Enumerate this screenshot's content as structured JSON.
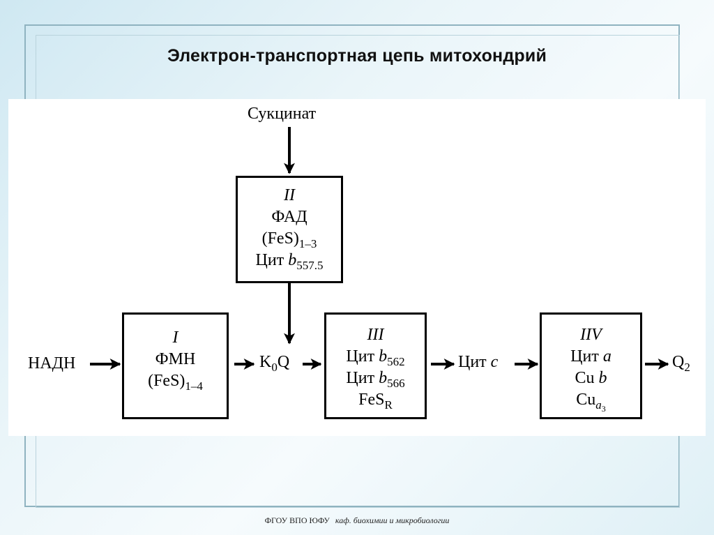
{
  "slide": {
    "title": "Электрон-транспортная цепь митохондрий",
    "footer_org": "ФГОУ ВПО ЮФУ",
    "footer_dept": "каф. биохимии и микробиологии"
  },
  "diagram": {
    "inputs": {
      "succinate": "Сукцинат",
      "nadh": "НАДН"
    },
    "intermediates": {
      "coq": {
        "base": "K",
        "sub": "0",
        "tail": "Q"
      },
      "cyt_c": {
        "base": "Цит",
        "italic": "c"
      },
      "product": {
        "base": "Q",
        "sub": "2"
      }
    },
    "complex_I": {
      "roman": "I",
      "line1": "ФМН",
      "line2": {
        "base": "(FeS)",
        "sub": "1–4"
      }
    },
    "complex_II": {
      "roman": "II",
      "line1": "ФАД",
      "line2": {
        "base": "(FeS)",
        "sub": "1–3"
      },
      "line3": {
        "base": "Цит",
        "italic": "b",
        "sub": "557.5"
      }
    },
    "complex_III": {
      "roman": "III",
      "line1": {
        "base": "Цит",
        "italic": "b",
        "sub": "562"
      },
      "line2": {
        "base": "Цит",
        "italic": "b",
        "sub": "566"
      },
      "line3": {
        "base": "FeS",
        "sub": "R"
      }
    },
    "complex_IV": {
      "roman": "IIV",
      "line1": {
        "base": "Цит",
        "italic": "a"
      },
      "line2": {
        "base": "Cu",
        "italic": "b"
      },
      "line3": {
        "base": "Cu",
        "sub_italic": "a",
        "sub_sub": "3"
      }
    }
  }
}
